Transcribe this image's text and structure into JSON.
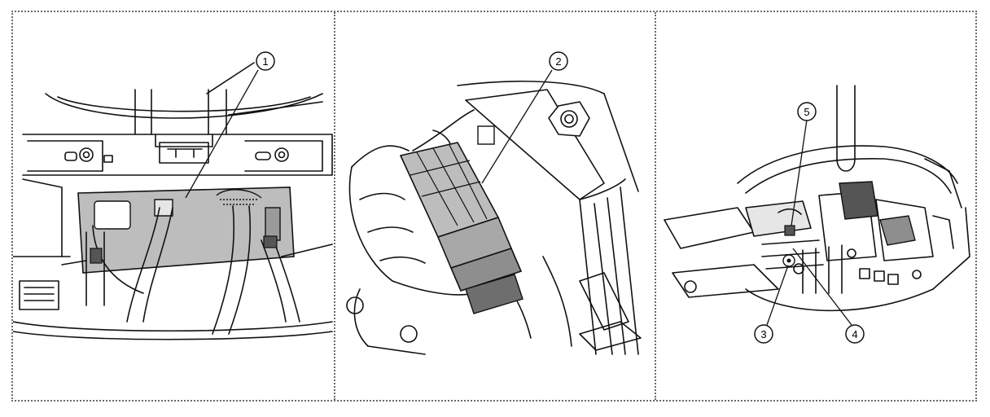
{
  "diagram": {
    "panels": [
      {
        "id": "panel-1",
        "callouts": [
          "1"
        ]
      },
      {
        "id": "panel-2",
        "callouts": [
          "2"
        ]
      },
      {
        "id": "panel-3",
        "callouts": [
          "5",
          "3",
          "4"
        ]
      }
    ],
    "colors": {
      "line": "#111111",
      "shade": "#bdbdbd",
      "shade_dark": "#8e8e8e",
      "border": "#6a6a6a"
    }
  }
}
